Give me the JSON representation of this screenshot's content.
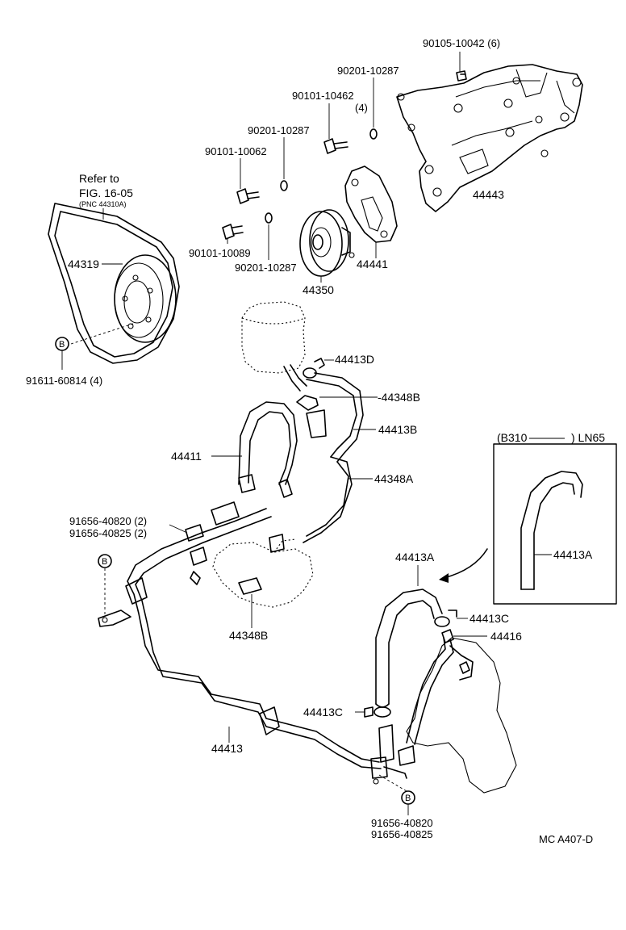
{
  "labels": {
    "p90105": "90105-10042 (6)",
    "p90201_a": "90201-10287",
    "p90101_a": "90101-10462",
    "p90101_a_qty": "(4)",
    "p90201_b": "90201-10287",
    "p90101_b": "90101-10062",
    "p90101_c": "90101-10089",
    "p90201_c": "90201-10287",
    "p44443": "44443",
    "p44441": "44441",
    "p44350": "44350",
    "refer_to": "Refer to",
    "fig": "FIG. 16-05",
    "pnc": "(PNC 44310A)",
    "p44319": "44319",
    "p91611": "91611-60814 (4)",
    "p44413D": "44413D",
    "p44348B_top": "-44348B",
    "p44413B": "44413B",
    "p44411": "44411",
    "p44348A": "44348A",
    "p91656_a": "91656-40820 (2)",
    "p91656_b": "91656-40825 (2)",
    "p44348B_bottom": "44348B",
    "inset_model_prefix": "(B310",
    "inset_model_suffix": ") LN65",
    "p44413A_inset": "44413A",
    "p44413A": "44413A",
    "p44413C_right": "44413C",
    "p44416": "44416",
    "p44413C_left": "44413C",
    "p44413": "44413",
    "p91656_c": "91656-40820",
    "p91656_d": "91656-40825",
    "mark_b": "B",
    "footer_code": "MC  A407-D"
  }
}
